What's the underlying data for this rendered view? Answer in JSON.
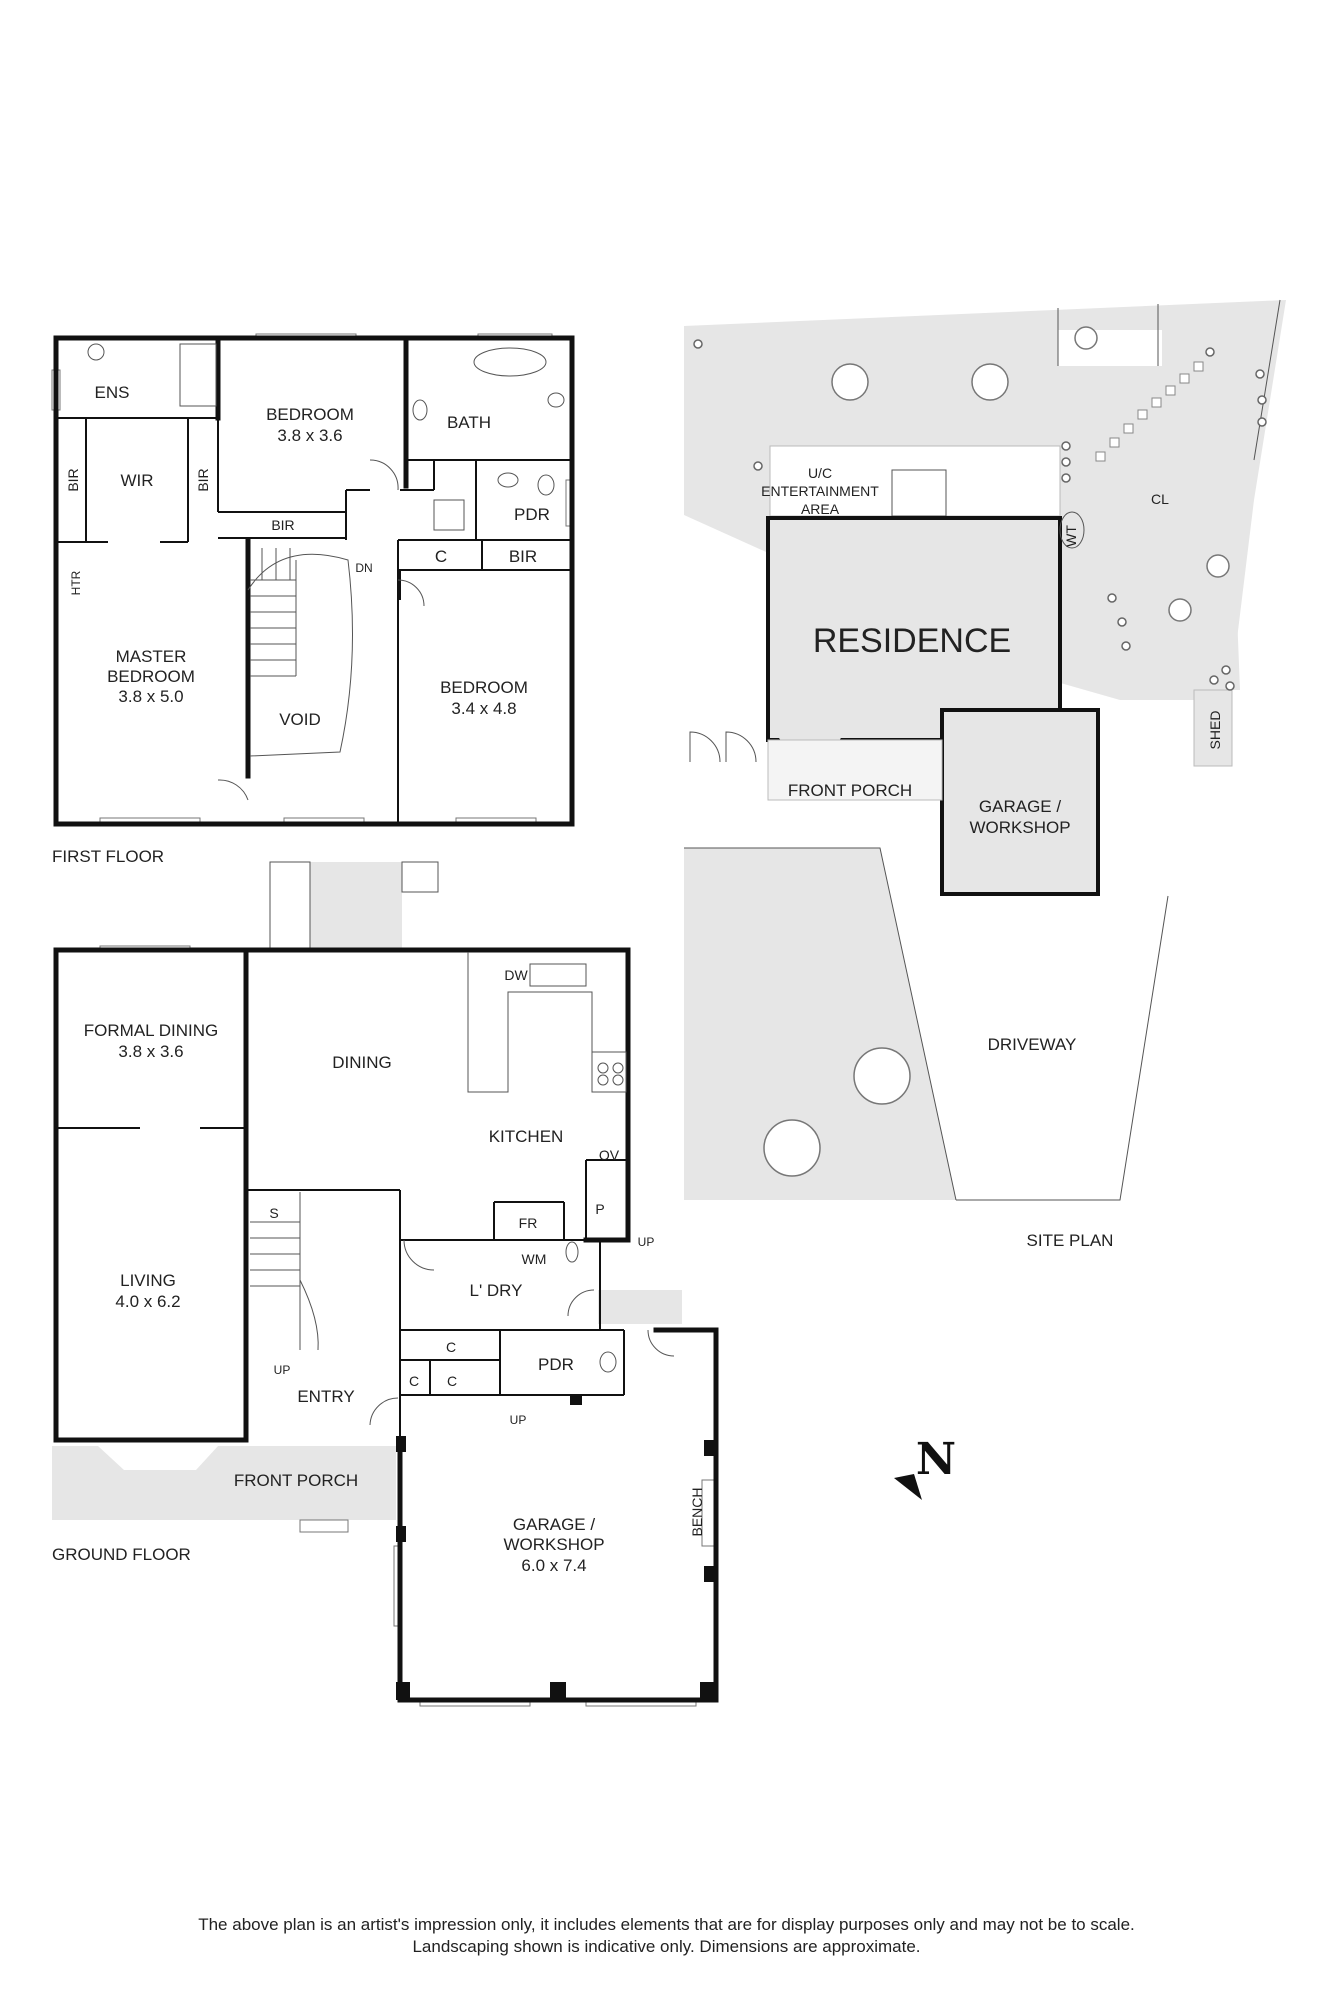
{
  "first_floor": {
    "title": "FIRST FLOOR",
    "rooms": {
      "ens": "ENS",
      "wir": "WIR",
      "bir_left_1": "BIR",
      "bir_left_2": "BIR",
      "htr": "HTR",
      "master_name_1": "MASTER",
      "master_name_2": "BEDROOM",
      "master_dim": "3.8 x 5.0",
      "bedroom1_name": "BEDROOM",
      "bedroom1_dim": "3.8 x 3.6",
      "bir_mid": "BIR",
      "bath": "BATH",
      "pdr": "PDR",
      "c": "C",
      "bir_right": "BIR",
      "dn": "DN",
      "void": "VOID",
      "bedroom2_name": "BEDROOM",
      "bedroom2_dim": "3.4 x 4.8"
    }
  },
  "ground_floor": {
    "title": "GROUND FLOOR",
    "rooms": {
      "formal_dining_name": "FORMAL DINING",
      "formal_dining_dim": "3.8 x 3.6",
      "dining": "DINING",
      "dw": "DW",
      "kitchen": "KITCHEN",
      "ov": "OV",
      "fr": "FR",
      "p": "P",
      "s": "S",
      "living_name": "LIVING",
      "living_dim": "4.0 x 6.2",
      "up_stair": "UP",
      "wm": "WM",
      "laundry": "L' DRY",
      "up_laundry": "UP",
      "c1": "C",
      "c2": "C",
      "c3": "C",
      "pdr": "PDR",
      "up_entry": "UP",
      "entry": "ENTRY",
      "front_porch": "FRONT PORCH",
      "garage_name_1": "GARAGE /",
      "garage_name_2": "WORKSHOP",
      "garage_dim": "6.0 x 7.4",
      "bench": "BENCH"
    }
  },
  "site_plan": {
    "title": "SITE PLAN",
    "uc_1": "U/C",
    "uc_2": "ENTERTAINMENT",
    "uc_3": "AREA",
    "residence": "RESIDENCE",
    "wt": "WT",
    "cl": "CL",
    "shed": "SHED",
    "front_porch": "FRONT PORCH",
    "garage_1": "GARAGE /",
    "garage_2": "WORKSHOP",
    "driveway": "DRIVEWAY"
  },
  "north": "N",
  "disclaimer": {
    "line1": "The above plan is an artist's impression only, it includes elements that are for display purposes only and may not be to scale.",
    "line2": "Landscaping shown is indicative only. Dimensions are approximate."
  },
  "colors": {
    "wall": "#111111",
    "landscape": "#e6e6e6",
    "background": "#ffffff"
  }
}
